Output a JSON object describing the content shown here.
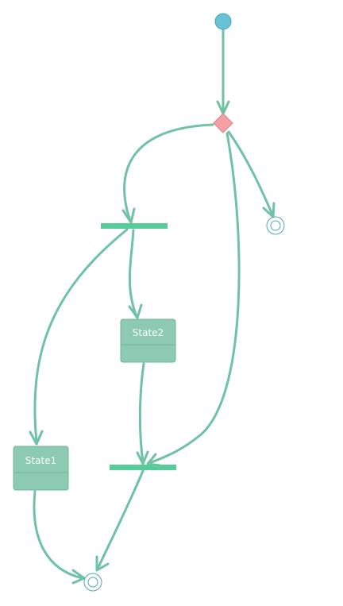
{
  "diagram": {
    "type": "state-diagram",
    "colors": {
      "edge": "#6fc2a3",
      "start": "#66c2d4",
      "start_stroke": "#4aa8bb",
      "choice_fill": "#f4a0a4",
      "choice_stroke": "#e07f86",
      "bar": "#56cc99",
      "state_fill": "#8ccab2",
      "state_stroke": "#6fb79c",
      "state_text": "#ffffff",
      "final": "#4fa7bb"
    },
    "states": [
      {
        "id": "state2",
        "label": "State2"
      },
      {
        "id": "state1",
        "label": "State1"
      }
    ],
    "pseudo_states": {
      "initial": "initial-state",
      "choice": "choice-node",
      "forks": [
        "fork-bar",
        "join-bar"
      ],
      "finals": [
        "final-state-right",
        "final-state-bottom"
      ]
    }
  }
}
